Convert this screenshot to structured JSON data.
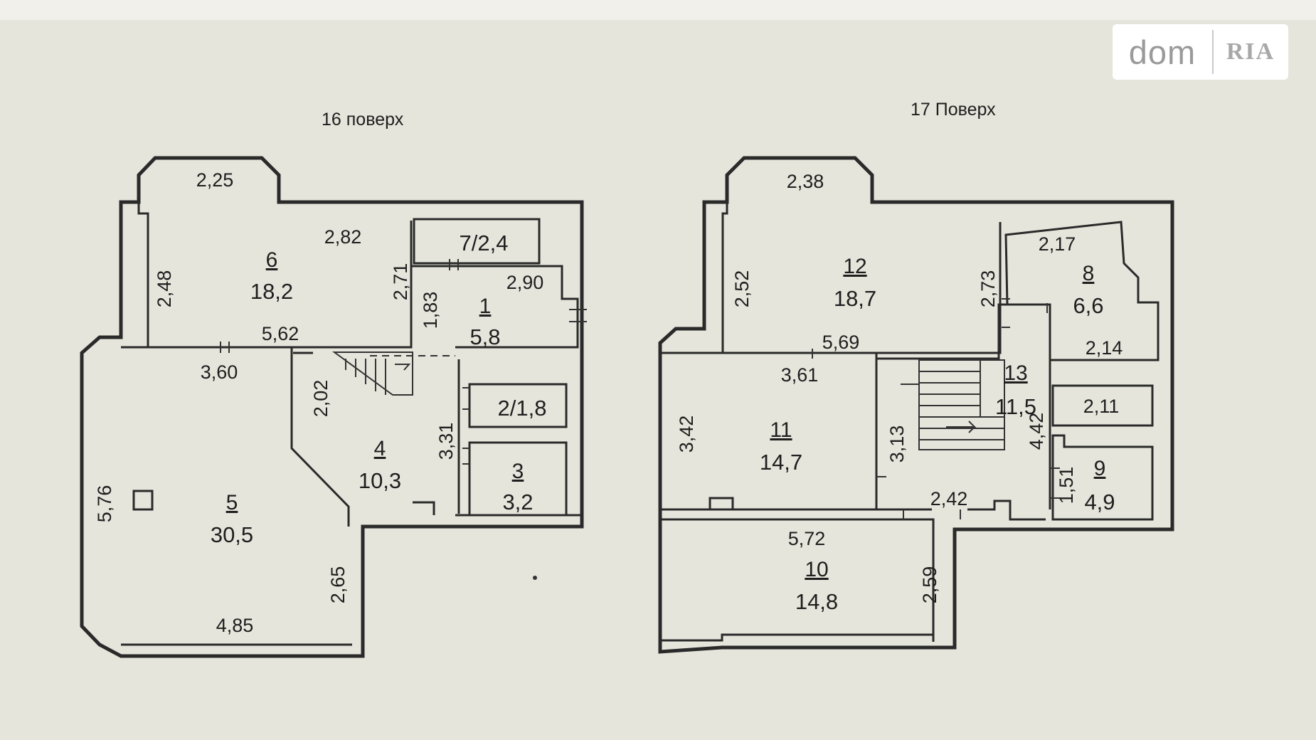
{
  "logo": {
    "dom": "dom",
    "ria": "RIA"
  },
  "floor16": {
    "title": "16 поверх",
    "rooms": [
      {
        "num": "6",
        "area": "18,2"
      },
      {
        "label": "7/2,4"
      },
      {
        "num": "1",
        "area": "5,8"
      },
      {
        "label": "2/1,8"
      },
      {
        "num": "3",
        "area": "3,2"
      },
      {
        "num": "4",
        "area": "10,3"
      },
      {
        "num": "5",
        "area": "30,5"
      }
    ],
    "dims": [
      "2,25",
      "2,82",
      "2,48",
      "2,71",
      "5,62",
      "2,90",
      "1,83",
      "3,60",
      "2,02",
      "3,31",
      "5,76",
      "2,65",
      "4,85"
    ]
  },
  "floor17": {
    "title": "17 Поверх",
    "rooms": [
      {
        "num": "12",
        "area": "18,7"
      },
      {
        "num": "8",
        "area": "6,6"
      },
      {
        "num": "13",
        "area": "11,5"
      },
      {
        "num": "11",
        "area": "14,7"
      },
      {
        "num": "9",
        "area": "4,9"
      },
      {
        "num": "10",
        "area": "14,8"
      }
    ],
    "dims": [
      "2,38",
      "2,52",
      "2,73",
      "5,69",
      "2,17",
      "2,14",
      "3,61",
      "3,42",
      "3,13",
      "4,42",
      "2,11",
      "1,51",
      "2,42",
      "5,72",
      "2,59"
    ]
  }
}
